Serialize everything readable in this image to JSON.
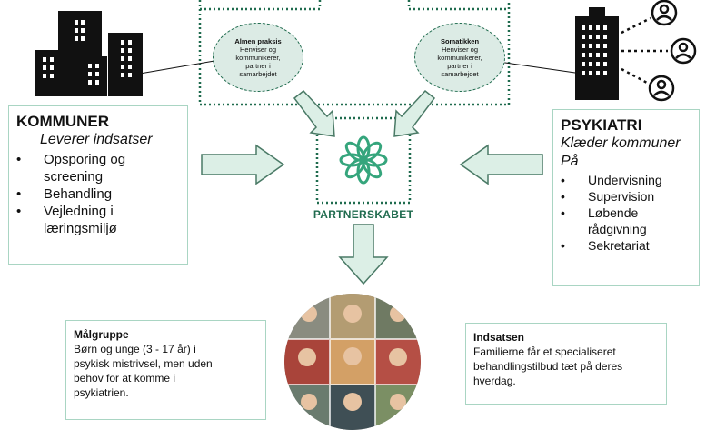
{
  "colors": {
    "accent": "#1f6b4e",
    "arrow_fill": "#dcefe6",
    "arrow_stroke": "#4a7a66",
    "box_border": "#a9d5c3"
  },
  "left": {
    "title": "KOMMUNER",
    "subtitle": "Leverer indsatser",
    "items": [
      [
        "Opsporing og",
        "screening"
      ],
      [
        "Behandling"
      ],
      [
        "Vejledning i",
        "læringsmiljø"
      ]
    ]
  },
  "right": {
    "title": "PSYKIATRI",
    "subtitle_1": "Klæder kommuner",
    "subtitle_2": "På",
    "items": [
      [
        "Undervisning"
      ],
      [
        "Supervision"
      ],
      [
        "Løbende",
        "rådgivning"
      ],
      [
        "Sekretariat"
      ]
    ]
  },
  "ellipses": {
    "left": {
      "title": "Almen praksis",
      "lines": [
        "Henviser og",
        "kommunikerer,",
        "partner i",
        "samarbejdet"
      ]
    },
    "right": {
      "title": "Somatikken",
      "lines": [
        "Henviser og",
        "kommunikerer,",
        "partner i",
        "samarbejdet"
      ]
    }
  },
  "center": {
    "label": "PARTNERSKABET"
  },
  "target": {
    "title": "Målgruppe",
    "lines": [
      "Børn og unge (3 - 17 år) i",
      "psykisk mistrivsel, men uden",
      "behov for at komme i",
      "psykiatrien."
    ]
  },
  "intervention": {
    "title": "Indsatsen",
    "lines": [
      "Familierne får et specialiseret",
      "behandlingstilbud tæt på deres",
      "hverdag."
    ]
  },
  "icons": {
    "municipality": "office-buildings-icon",
    "psychiatry": "hospital-building-icon",
    "persons": "person-icon",
    "partnership": "flower-icon",
    "photo": "children-photo-collage"
  }
}
